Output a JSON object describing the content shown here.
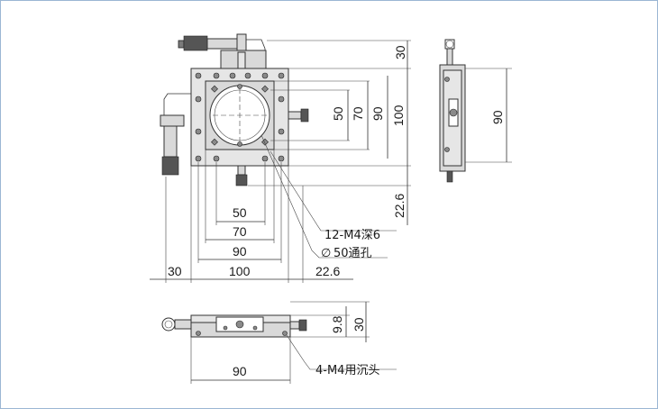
{
  "top_view": {
    "dims": {
      "h50": "50",
      "h70": "70",
      "h90": "90",
      "w30": "30",
      "w100": "100",
      "w22_6": "22.6",
      "v30": "30",
      "v50": "50",
      "v70": "70",
      "v90": "90",
      "v100": "100",
      "v22_6": "22.6"
    },
    "notes": {
      "tapped_holes": "12-M4深6",
      "through_hole": "50通孔",
      "diameter_symbol": "∅"
    }
  },
  "side_view": {
    "dims": {
      "v90": "90"
    }
  },
  "front_view": {
    "dims": {
      "v9_8": "9.8",
      "v30": "30",
      "w90": "90"
    },
    "notes": {
      "counterbore": "4-M4用沉头"
    }
  }
}
